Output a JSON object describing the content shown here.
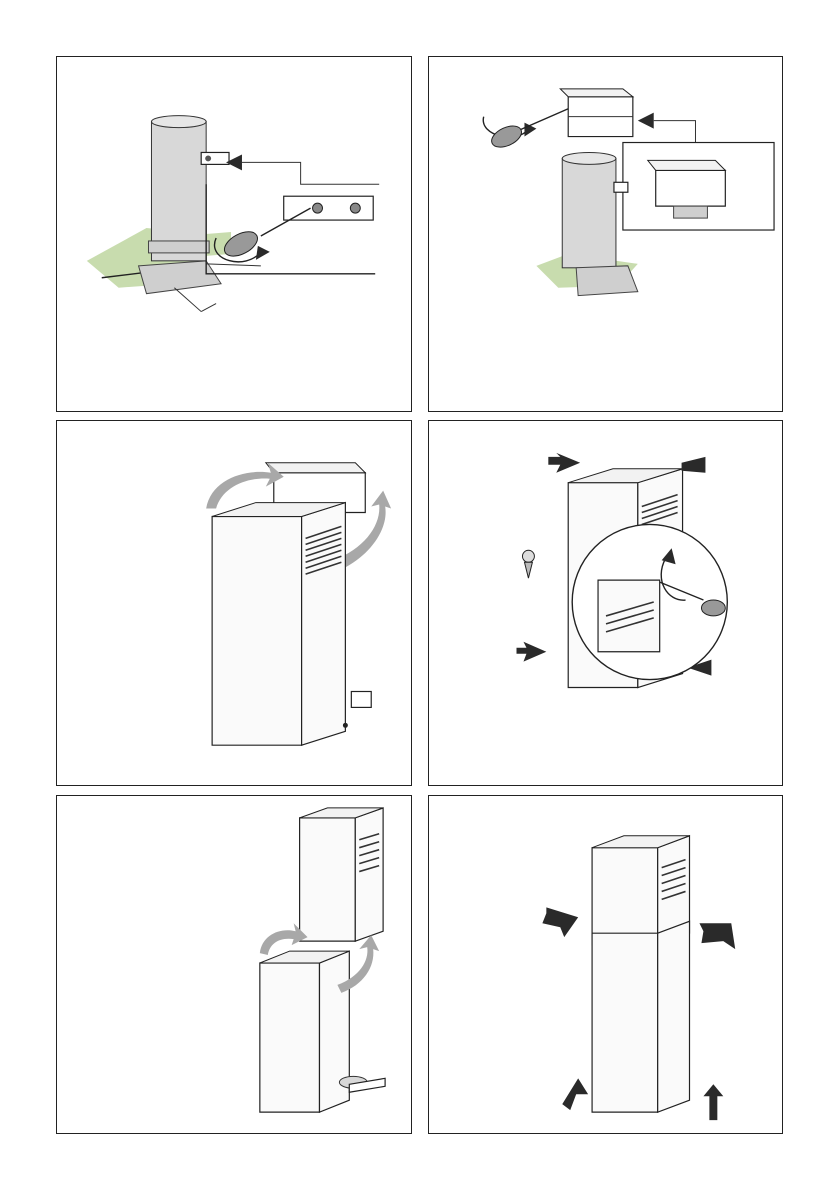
{
  "page": {
    "panel_count": 6,
    "background": "#ffffff",
    "border_color": "#222222"
  },
  "illustrations": [
    {
      "id": "p1",
      "depicts": "bracket-screwed-to-wall-icon"
    },
    {
      "id": "p2",
      "depicts": "duct-adapter-screwed-to-bracket-icon"
    },
    {
      "id": "p3",
      "depicts": "upper-chimney-placed-around-bracket-icon"
    },
    {
      "id": "p4",
      "depicts": "upper-chimney-fixed-with-screws-icon"
    },
    {
      "id": "p5",
      "depicts": "lower-chimney-placed-under-upper-icon"
    },
    {
      "id": "p6",
      "depicts": "chimney-assembled-icon"
    }
  ],
  "colors": {
    "ceiling_panel": "#c8dcae",
    "duct_pipe": "#d8d8d8",
    "guide_arrow": "#a8a8a8",
    "action_arrow": "#2a2a2a"
  }
}
